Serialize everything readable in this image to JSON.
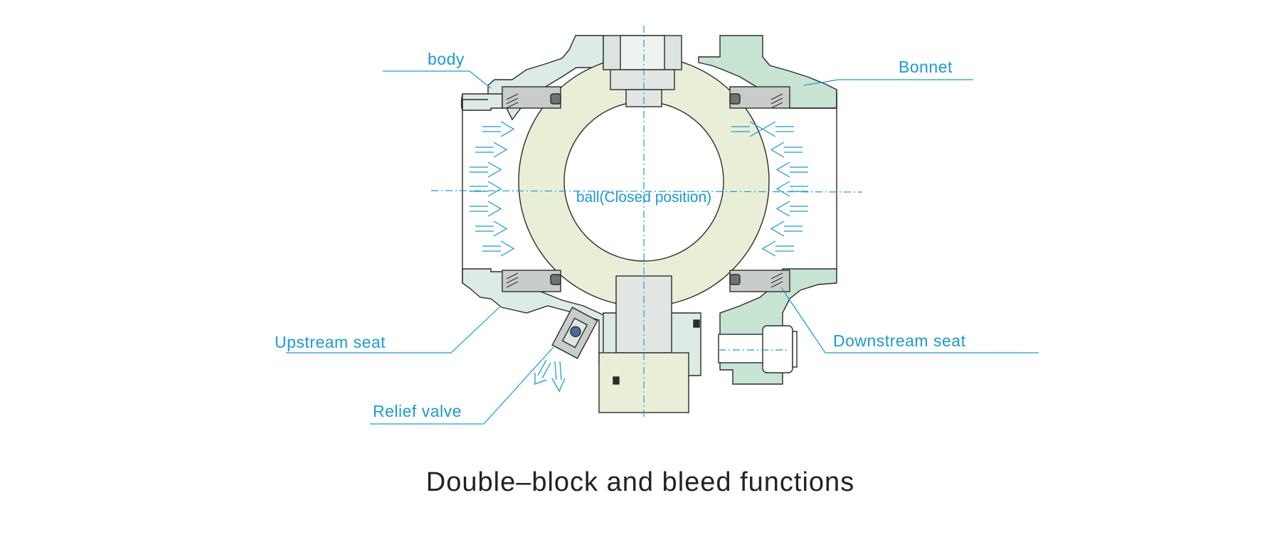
{
  "labels": {
    "body": "body",
    "bonnet": "Bonnet",
    "upstream_seat": "Upstream seat",
    "downstream_seat": "Downstream seat",
    "relief_valve": "Relief valve",
    "ball": "ball(Closed position)"
  },
  "caption": "Double–block and bleed functions",
  "colors": {
    "body": "#dcebe3",
    "bonnet": "#c8e4d3",
    "ball": "#e9efd6",
    "stem": "#e2e6e3",
    "seat": "#c9cdca",
    "label": "#1a9ad6"
  }
}
